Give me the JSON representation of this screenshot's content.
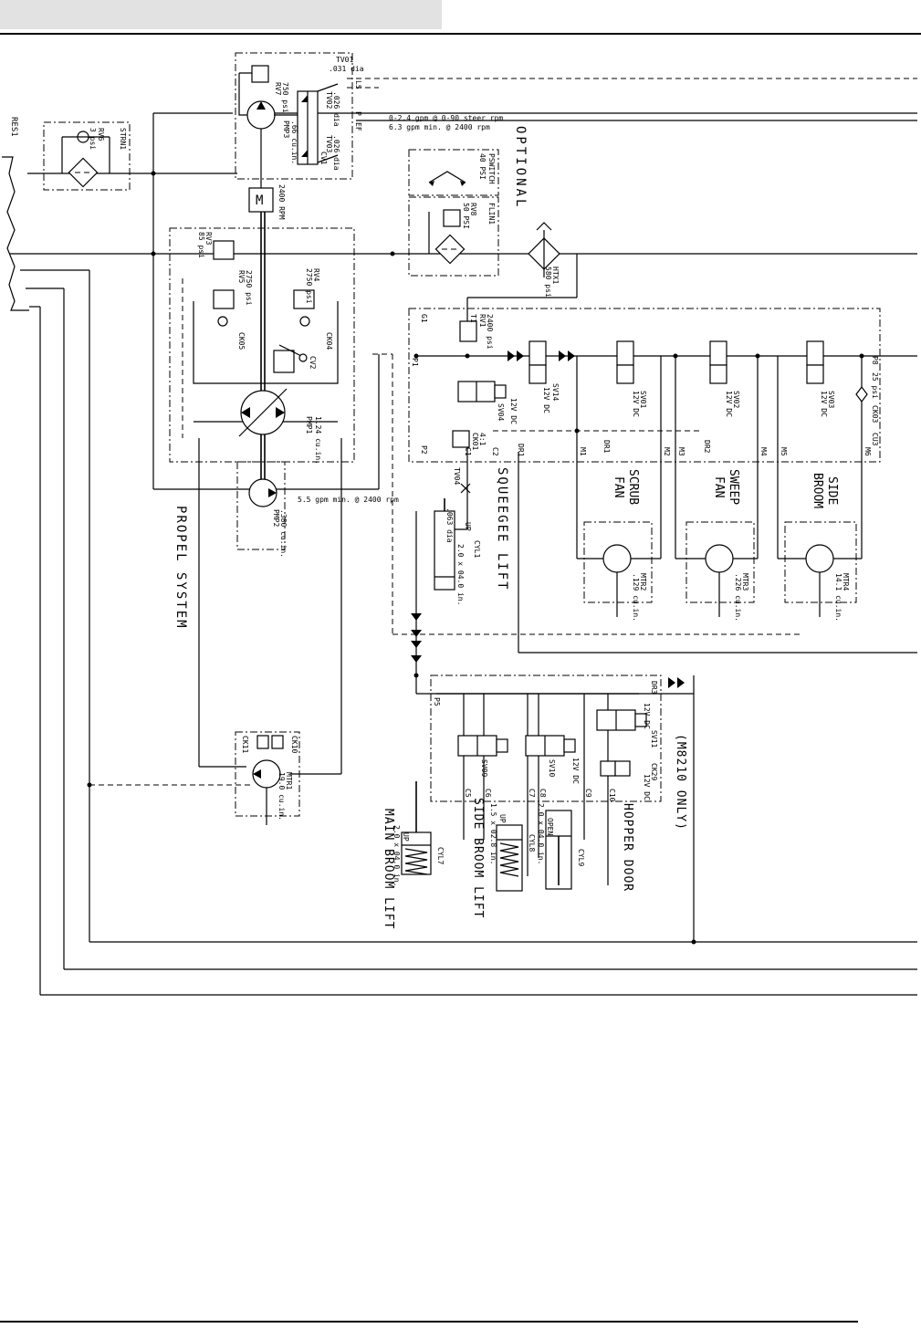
{
  "page": {
    "header_bar_color": "#e2e2e2",
    "rule_color": "#000000"
  },
  "labels": {
    "res1": "RES1",
    "strn1": "STRN1",
    "rv6": "RV6",
    "rv6_psi": "3 psi",
    "tv01": "TV01",
    "tv01_dia": ".031 dia",
    "rv7": "RV7",
    "rv7_psi": "750 psi",
    "pmp3": "PMP3",
    "pmp3_disp": ".66 cu.in.",
    "tv02": "TV02",
    "tv02_dia": ".026 dia",
    "tv03": "TV03",
    "tv03_dia": ".026 dia",
    "cv1": "CV1",
    "port_ls": "LS",
    "port_p": "P",
    "port_ef": "EF",
    "steer_flow": "0-2.4 gpm @ 0-90 steer rpm",
    "pmp3_flow": "6.3 gpm min. @ 2400 rpm",
    "engine_rpm": "2400 RPM",
    "engine_symbol": "M",
    "optional": "OPTIONAL",
    "pswitch": "PSWITCH",
    "pswitch_psi": "40 PSI",
    "rv8": "RV8",
    "rv8_psi": "50 PSI",
    "flin1": "FLIN1",
    "htx1": "HTX1",
    "htx1_psi": "580 psi",
    "rv3": "RV3",
    "rv3_psi": "85 psi",
    "rv5": "RV5",
    "rv5_psi": "2750 psi",
    "rv4": "RV4",
    "rv4_psi": "2750 psi",
    "ck05": "CK05",
    "ck04": "CK04",
    "cv2": "CV2",
    "pmp1": "PMP1",
    "pmp1_disp": "1.24 cu.in.",
    "pmp2": "PMP2",
    "pmp2_disp": ".380 cu.in.",
    "pmp2_flow": "5.5 gpm min. @ 2400 rpm",
    "propel_system": "PROPEL SYSTEM",
    "g1": "G1",
    "rv1": "RV1",
    "rv1_psi": "2400 psi",
    "t1": "T1",
    "port_p1": "P1",
    "port_p2": "P2",
    "port_p8": "P8",
    "sv04": "SV04",
    "sv04_v": "12V DC",
    "sv14": "SV14",
    "sv14_v": "12V DC",
    "sv01": "SV01",
    "sv01_v": "12V DC",
    "sv02": "SV02",
    "sv02_v": "12V DC",
    "sv03": "SV03",
    "sv03_v": "12V DC",
    "ck03": "CK03",
    "ck03_psi": "25 psi",
    "cu3": "CU3",
    "ck01": "CK01",
    "ck01_ratio": "4:1",
    "port_c1": "C1",
    "port_c2": "C2",
    "port_dr1": "DR1",
    "port_m1": "M1",
    "port_m2": "M2",
    "port_m3": "M3",
    "port_m4": "M4",
    "port_m5": "M5",
    "port_m6": "M6",
    "port_dr1_b": "DR1",
    "port_dr2": "DR2",
    "scrub_fan_1": "SCRUB",
    "scrub_fan_2": "FAN",
    "sweep_fan_1": "SWEEP",
    "sweep_fan_2": "FAN",
    "side_broom_1": "SIDE",
    "side_broom_2": "BROOM",
    "mtr2": "MTR2",
    "mtr2_disp": ".129 cu.in.",
    "mtr3": "MTR3",
    "mtr3_disp": ".226 cu.in.",
    "mtr4": "MTR4",
    "mtr4_disp": "14.1 cu.in.",
    "tv04": "TV04",
    "tv04_dia": ".063 dia",
    "cyl1": "CYL1",
    "cyl1_size": "2.0 x 04.0 in.",
    "cyl1_dir": "UP",
    "squeegee_lift": "SQUEEGEE LIFT",
    "port_p5": "P5",
    "port_dr3": "DR3",
    "sv09": "SV09",
    "sv10": "SV10",
    "sv10_v": "12V DC",
    "sv11": "SV11",
    "sv11_v": "12V DC",
    "ck29": "CK29",
    "ck29_v": "12V DC",
    "port_c5": "C5",
    "port_c6": "C6",
    "port_c7": "C7",
    "port_c8": "C8",
    "port_c9": "C9",
    "port_c10": "C10",
    "m8210_only": "(M8210 ONLY)",
    "ck10": "CK10",
    "ck11": "CK11",
    "mtr1": "MTR1",
    "mtr1_disp": "19.0 cu.in.",
    "cyl7": "CYL7",
    "cyl7_size": "2.0 x 04.0 in.",
    "cyl7_dir": "UP",
    "cyl8": "CYL8",
    "cyl8_size": "1.5 x 02.8 in.",
    "cyl8_dir": "UP",
    "cyl9": "CYL9",
    "cyl9_size": "2.0 x 04.0 in.",
    "cyl9_dir": "OPEN",
    "main_broom_lift": "MAIN BROOM LIFT",
    "side_broom_lift": "SIDE BROOM LIFT",
    "hopper_door": "HOPPER DOOR"
  }
}
